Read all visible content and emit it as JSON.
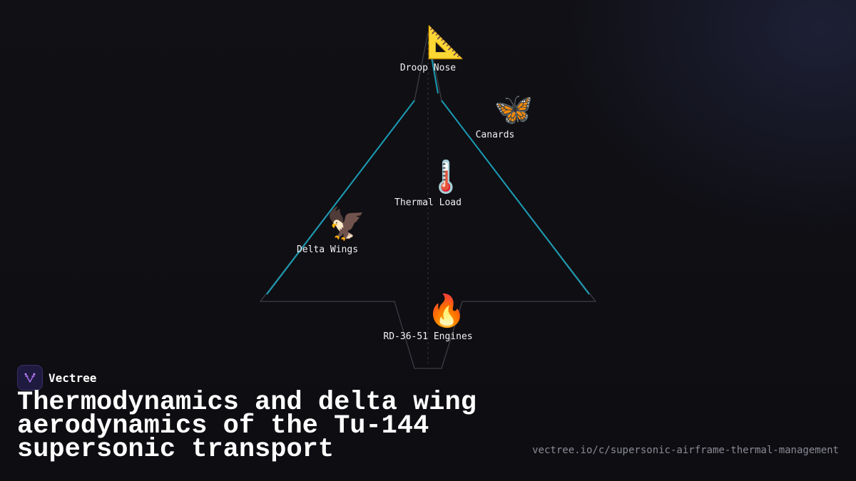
{
  "nodes": {
    "droop_nose": {
      "icon": "triangular-ruler",
      "glyph": "📐",
      "label": "Droop Nose"
    },
    "canards": {
      "icon": "butterfly",
      "glyph": "🦋",
      "label": "Canards"
    },
    "thermal_load": {
      "icon": "thermometer",
      "glyph": "🌡️",
      "label": "Thermal Load"
    },
    "delta_wings": {
      "icon": "eagle",
      "glyph": "🦅",
      "label": "Delta Wings"
    },
    "engines": {
      "icon": "fire",
      "glyph": "🔥",
      "label": "RD-36-51 Engines"
    }
  },
  "colors": {
    "outline": "#3c3c44",
    "accent": "#1a9cb4",
    "background": "#101015"
  },
  "brand": {
    "name": "Vectree"
  },
  "title": "Thermodynamics and delta wing aerodynamics of the Tu-144 supersonic transport",
  "url": "vectree.io/c/supersonic-airframe-thermal-management"
}
